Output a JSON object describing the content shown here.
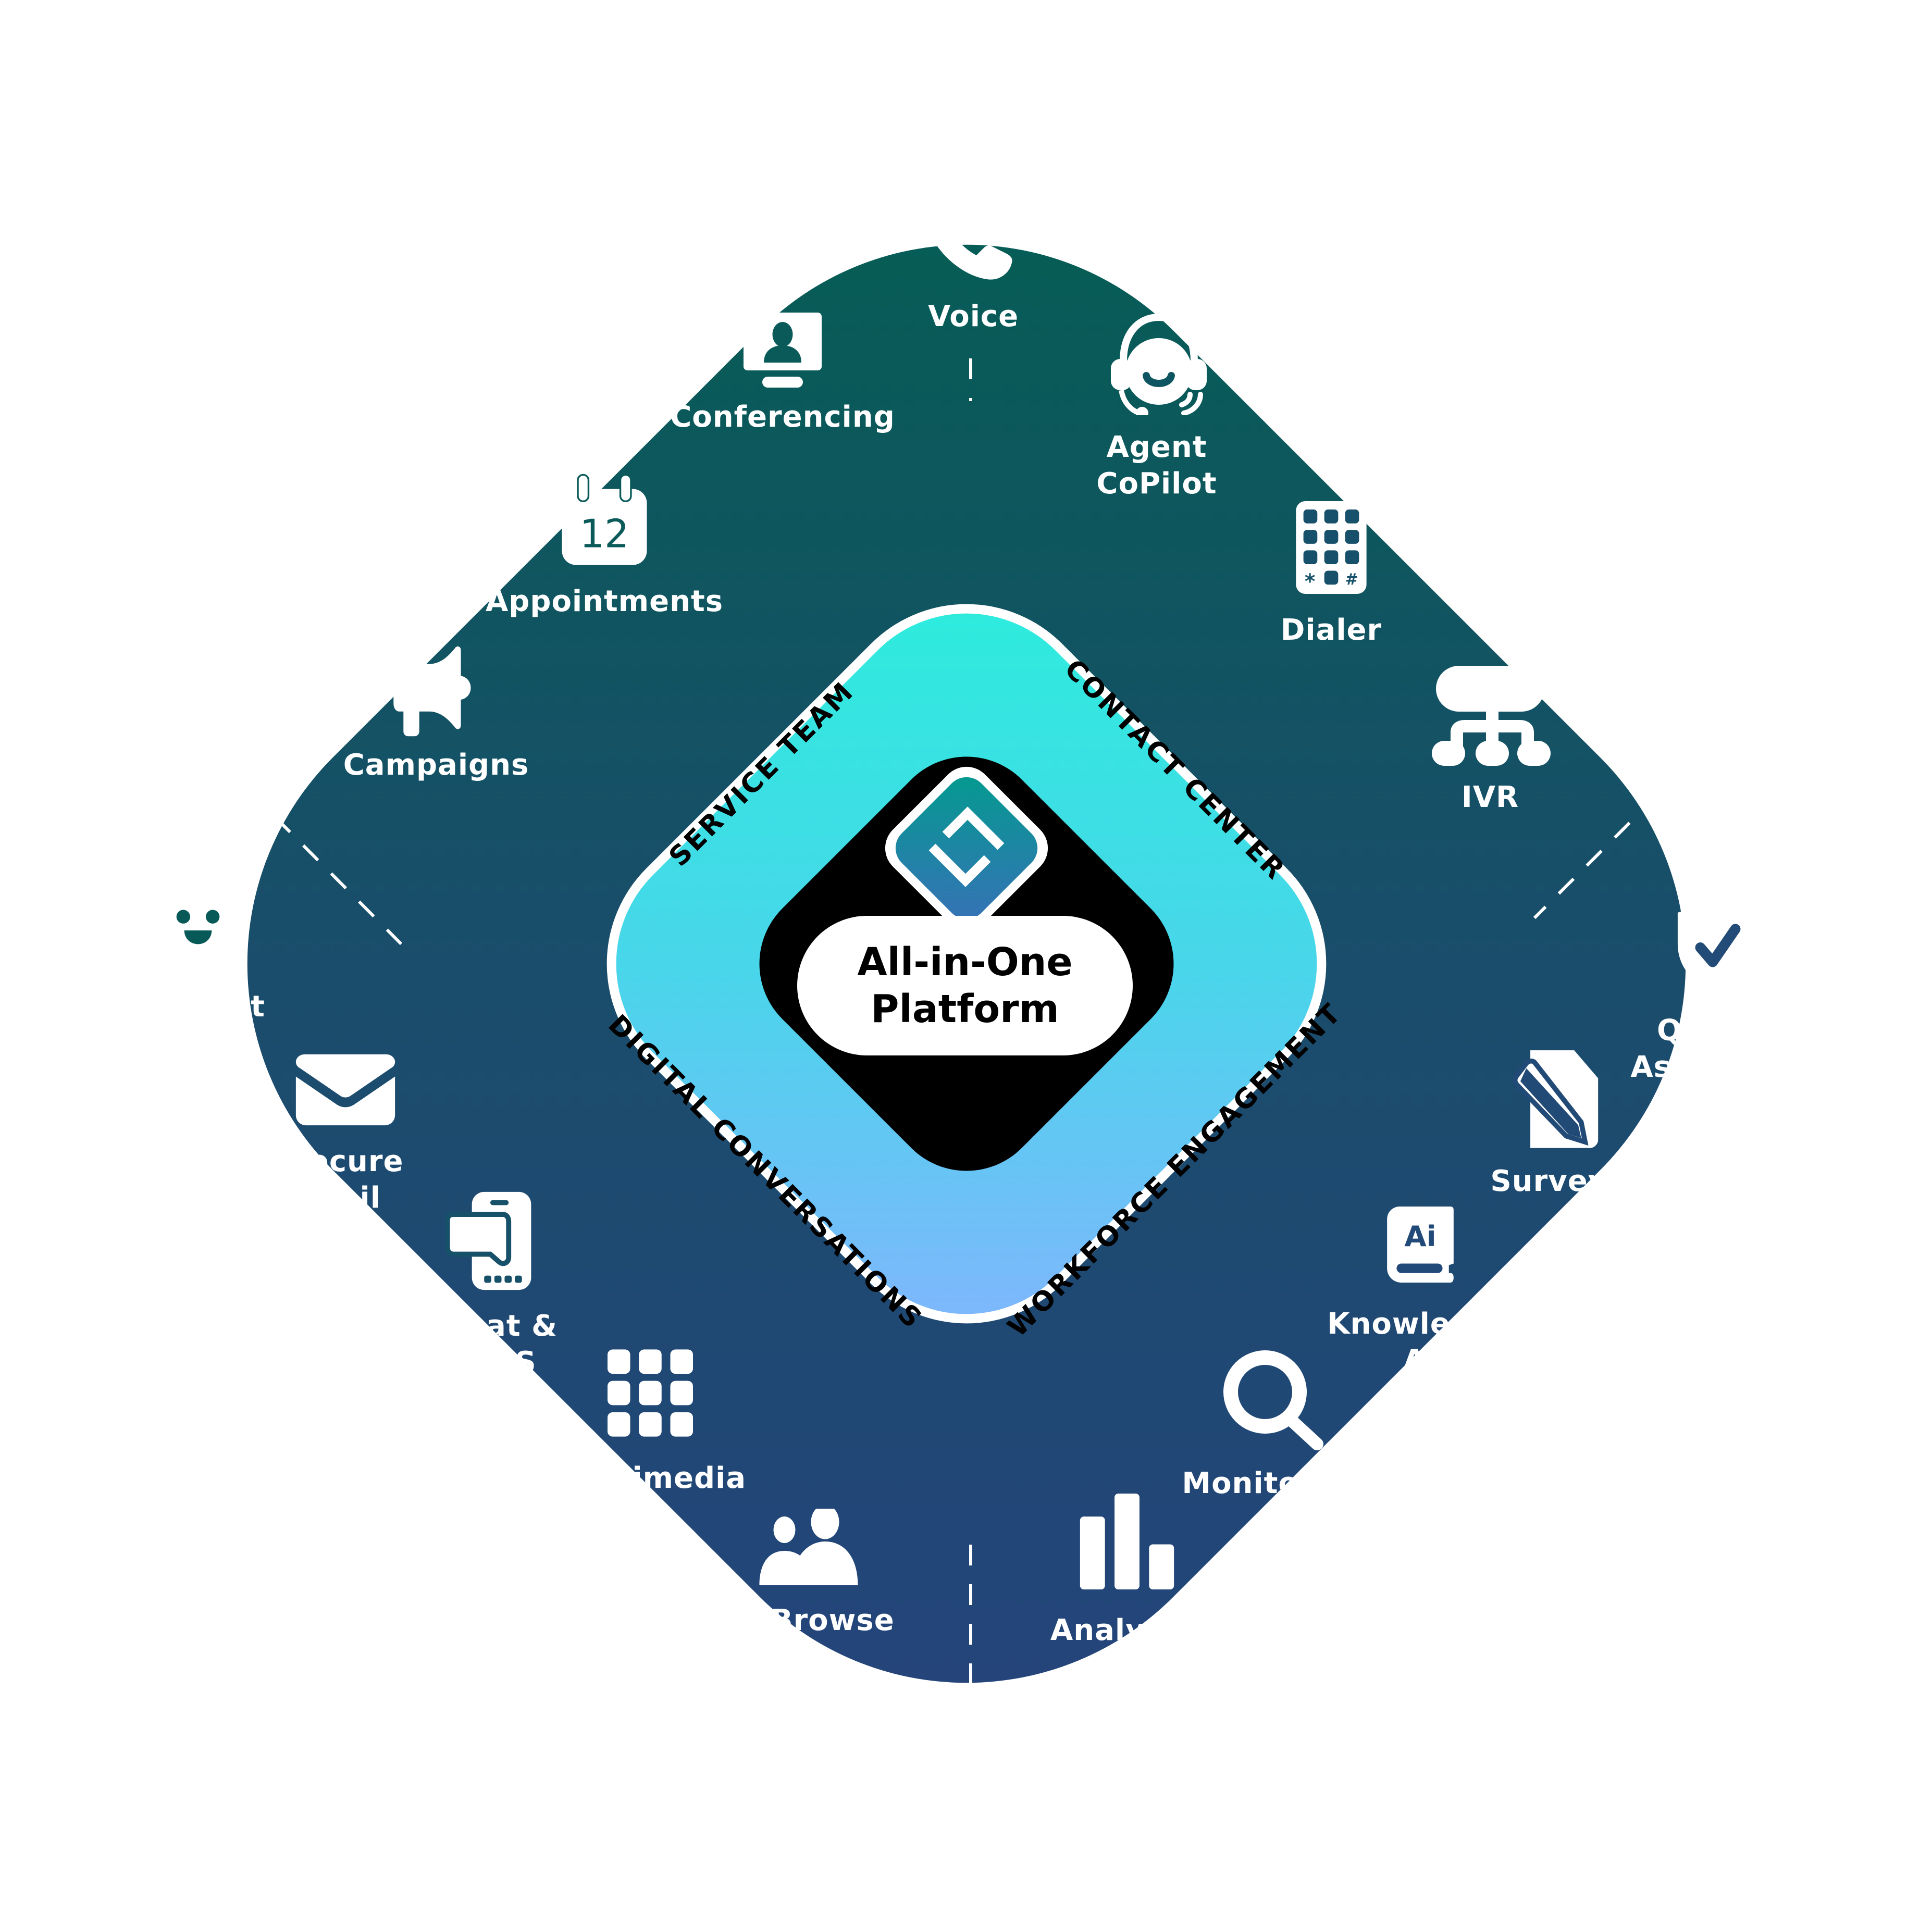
{
  "diagram": {
    "center": {
      "title": "All-in-One\nPlatform",
      "logo": "brand-diamond-logo"
    },
    "ring_labels": [
      {
        "id": "service-team",
        "label": "SERVICE TEAM"
      },
      {
        "id": "contact-center",
        "label": "CONTACT CENTER"
      },
      {
        "id": "digital-conversations",
        "label": "DIGITAL CONVERSATIONS"
      },
      {
        "id": "workforce-engagement",
        "label": "WORKFORCE ENGAGEMENT"
      }
    ],
    "features": [
      {
        "id": "voice",
        "label": "Voice",
        "icon": "phone-icon"
      },
      {
        "id": "conferencing",
        "label": "Conferencing",
        "icon": "video-conference-icon"
      },
      {
        "id": "agent-copilot",
        "label": "Agent\nCoPilot",
        "icon": "headset-agent-icon"
      },
      {
        "id": "appointments",
        "label": "Appointments",
        "icon": "calendar-icon",
        "icon_text": "12"
      },
      {
        "id": "dialer",
        "label": "Dialer",
        "icon": "keypad-icon"
      },
      {
        "id": "campaigns",
        "label": "Campaigns",
        "icon": "megaphone-icon"
      },
      {
        "id": "ivr",
        "label": "IVR",
        "icon": "ivr-tree-icon"
      },
      {
        "id": "chatbot-iva",
        "label": "Chatbot\nIVA",
        "icon": "chatbot-icon"
      },
      {
        "id": "quality-assurance",
        "label": "Quality\nAssurance\n(QA)",
        "icon": "shield-check-icon"
      },
      {
        "id": "secure-mail",
        "label": "Secure\nMail",
        "icon": "envelope-icon"
      },
      {
        "id": "surveys",
        "label": "Surveys",
        "icon": "survey-pencil-icon"
      },
      {
        "id": "chat-sms",
        "label": "Chat &\nSMS",
        "icon": "mobile-chat-icon"
      },
      {
        "id": "knowledge-ai",
        "label": "Knowledge\nAI",
        "icon": "ai-book-icon",
        "icon_text": "Ai"
      },
      {
        "id": "multimedia",
        "label": "Multimedia",
        "icon": "grid-icon"
      },
      {
        "id": "monitoring",
        "label": "Monitoring",
        "icon": "magnifier-icon"
      },
      {
        "id": "cobrowse",
        "label": "CoBrowse",
        "icon": "users-icon"
      },
      {
        "id": "analytics",
        "label": "Analytics",
        "icon": "bar-chart-icon"
      }
    ],
    "colors": {
      "outer_gradient_start": "#045c55",
      "outer_gradient_end": "#25467c",
      "ring_gradient_start": "#2ee8dc",
      "ring_gradient_end": "#7fb7ff",
      "inner": "#000000",
      "logo_gradient_start": "#049a90",
      "logo_gradient_end": "#3376b8",
      "text_light": "#ffffff",
      "text_dark": "#000000"
    }
  }
}
